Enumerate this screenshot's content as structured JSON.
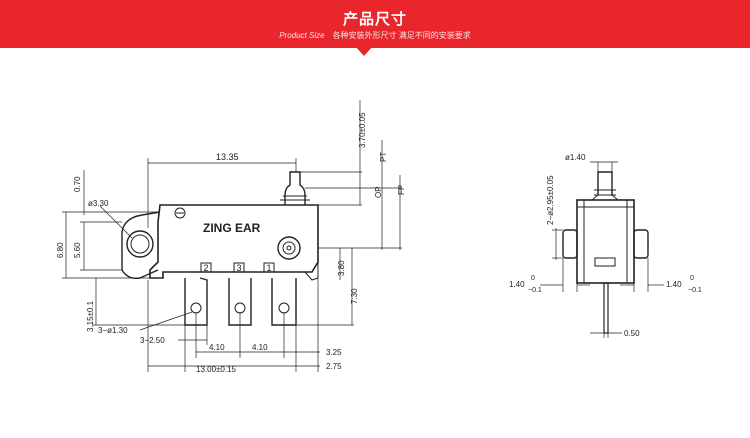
{
  "header": {
    "title": "产品尺寸",
    "subtitle_en": "Product Size",
    "subtitle_cn": "各种安装外形尺寸 满足不同的安装要求"
  },
  "front_view": {
    "brand_label": "ZING EAR",
    "terminals": [
      "2",
      "3",
      "1"
    ],
    "dims": {
      "top_width": "13.35",
      "plunger_height": "3.70±0.05",
      "pt": "PT",
      "op": "OP",
      "fp": "FP",
      "d330": "ø3.30",
      "d070": "0.70",
      "d680": "6.80",
      "d560": "5.60",
      "d380": "3.80",
      "d730": "7.30",
      "d315": "3.15±0.1",
      "holes": "3−ø1.30",
      "pins": "3−2.50",
      "p410a": "4.10",
      "p410b": "4.10",
      "d325": "3.25",
      "total_len": "13.00±0.15",
      "d275": "2.75"
    }
  },
  "side_view": {
    "dims": {
      "d140": "ø1.40",
      "holes": "2−ø2.95±0.05",
      "left_nom": "1.40",
      "left_tol_top": "0",
      "left_tol_bot": "−0.1",
      "right_nom": "1.40",
      "right_tol_top": "0",
      "right_tol_bot": "−0.1",
      "pin_w": "0.50"
    }
  },
  "colors": {
    "banner": "#e8262c",
    "line": "#222222"
  }
}
